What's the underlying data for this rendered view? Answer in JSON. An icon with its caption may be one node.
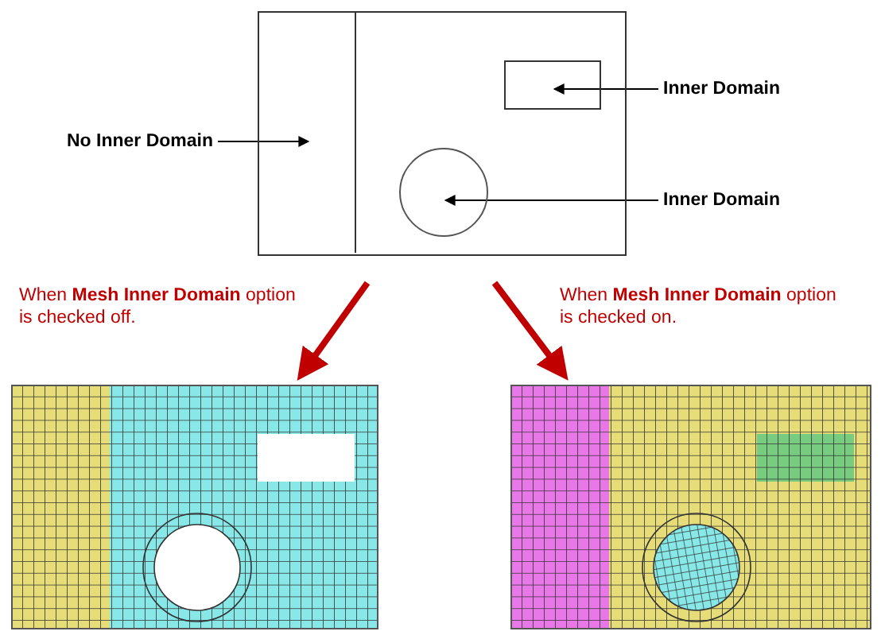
{
  "diagram": {
    "nodes": [
      {
        "text": [],
        "shape": "box"
      },
      {
        "text": [],
        "shape": "box",
        "in": 0
      },
      {
        "text": [],
        "shape": "box",
        "in": 0
      },
      {
        "text": [],
        "shape": "circle",
        "in": 0
      },
      {
        "text": [
          "No Inner Domain"
        ]
      },
      {
        "text": [
          "Inner Domain"
        ]
      },
      {
        "text": [
          "Inner Domain"
        ]
      },
      {
        "text": [],
        "shape": "picture"
      },
      {
        "text": [],
        "shape": "picture"
      }
    ],
    "edges": [
      {
        "from": 4,
        "to": 1,
        "arrow": "to"
      },
      {
        "from": 5,
        "to": 2,
        "arrow": "to"
      },
      {
        "from": 6,
        "to": 3,
        "arrow": "to"
      },
      {
        "from": 0,
        "to": 7,
        "arrow": "to",
        "style": "thick",
        "color": "#c00000"
      },
      {
        "from": 0,
        "to": 8,
        "arrow": "to",
        "style": "thick",
        "color": "#c00000"
      }
    ],
    "labels": [
      "When **Mesh Inner Domain** option is checked off.",
      "When **Mesh Inner Domain** option is checked on."
    ]
  }
}
